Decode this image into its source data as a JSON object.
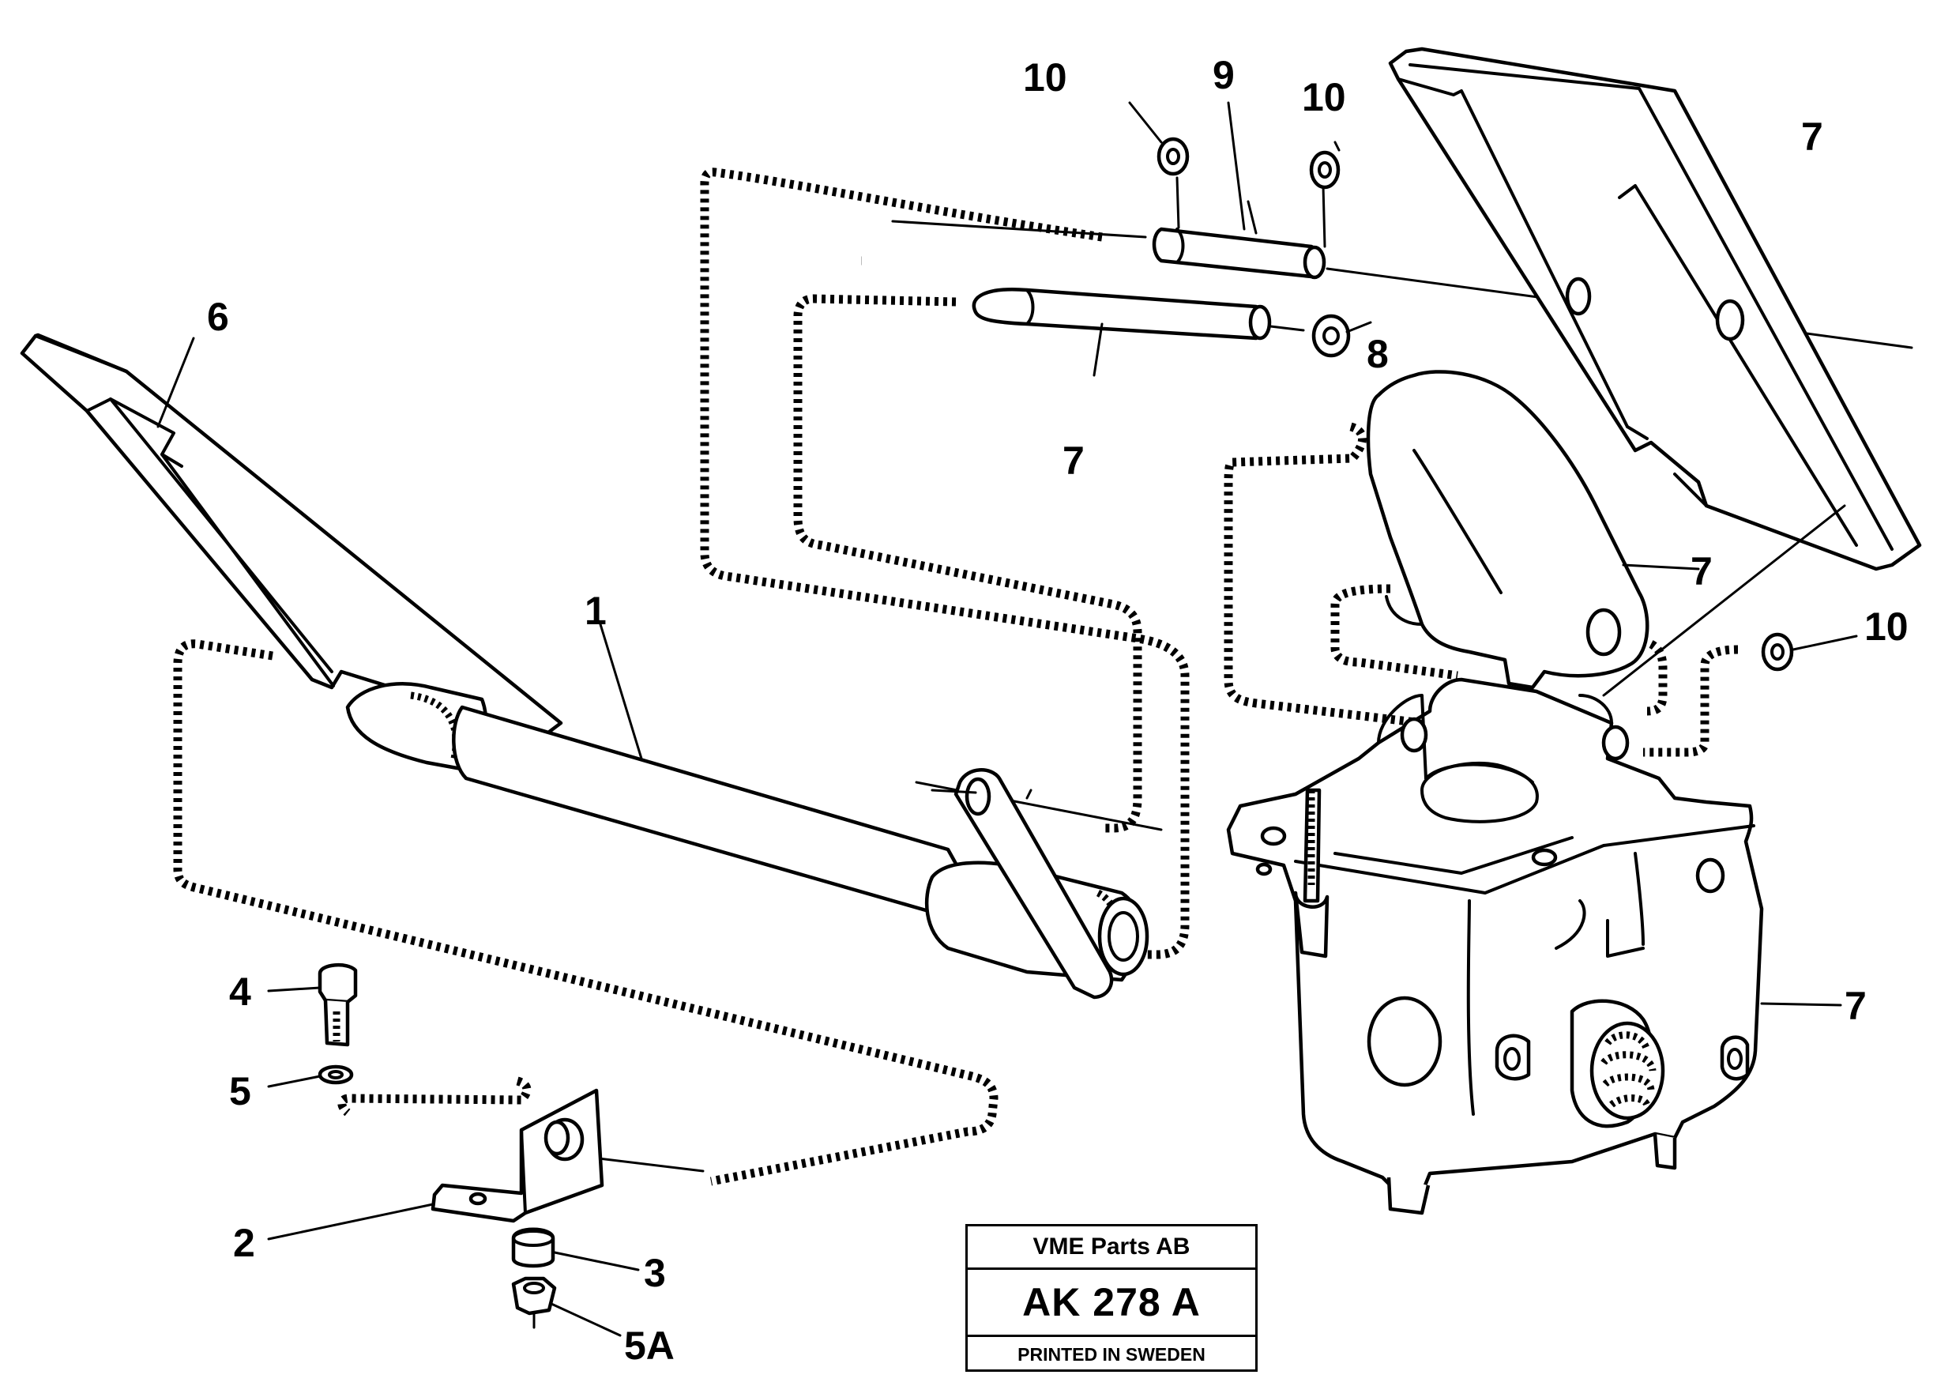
{
  "callouts": {
    "c1": "1",
    "c2": "2",
    "c3": "3",
    "c4": "4",
    "c5": "5",
    "c5a": "5A",
    "c6": "6",
    "c7_pin": "7",
    "c7_plate": "7",
    "c7_lever": "7",
    "c7_valve": "7",
    "c8": "8",
    "c9": "9",
    "c10_left": "10",
    "c10_mid": "10",
    "c10_right": "10"
  },
  "label_box": {
    "company": "VME Parts AB",
    "code": "AK 278 A",
    "printed": "PRINTED IN SWEDEN"
  }
}
